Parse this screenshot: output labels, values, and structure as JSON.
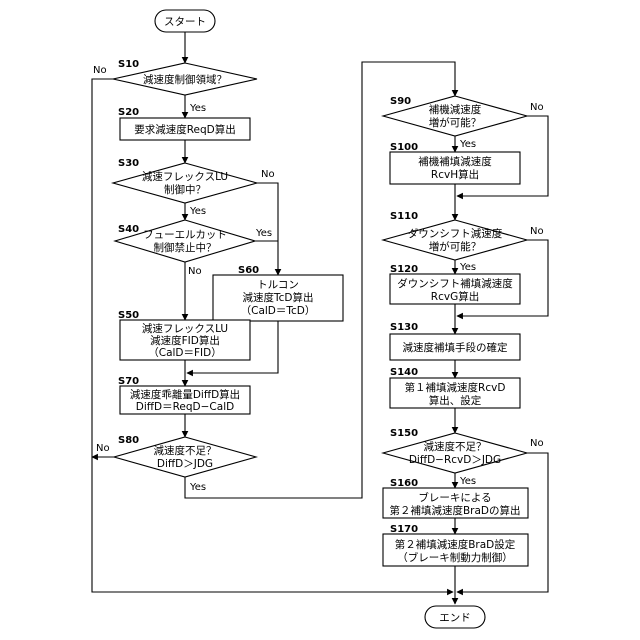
{
  "terminals": {
    "start": "スタート",
    "end": "エンド"
  },
  "steps": {
    "s10": {
      "id": "S10",
      "lines": [
        "減速度制御領域？"
      ]
    },
    "s20": {
      "id": "S20",
      "lines": [
        "要求減速度ReqD算出"
      ]
    },
    "s30": {
      "id": "S30",
      "lines": [
        "減速フレックスLU",
        "制御中？"
      ]
    },
    "s40": {
      "id": "S40",
      "lines": [
        "フューエルカット",
        "制御禁止中？"
      ]
    },
    "s50": {
      "id": "S50",
      "lines": [
        "減速フレックスLU",
        "減速度FID算出",
        "（CalD＝FID）"
      ]
    },
    "s60": {
      "id": "S60",
      "lines": [
        "トルコン",
        "減速度TcD算出",
        "（CalD＝TcD）"
      ]
    },
    "s70": {
      "id": "S70",
      "lines": [
        "減速度乖離量DiffD算出",
        "DiffD＝ReqD−CalD"
      ]
    },
    "s80": {
      "id": "S80",
      "lines": [
        "減速度不足？",
        "DiffD＞JDG"
      ]
    },
    "s90": {
      "id": "S90",
      "lines": [
        "補機減速度",
        "増が可能？"
      ]
    },
    "s100": {
      "id": "S100",
      "lines": [
        "補機補填減速度",
        "RcvH算出"
      ]
    },
    "s110": {
      "id": "S110",
      "lines": [
        "ダウンシフト減速度",
        "増が可能？"
      ]
    },
    "s120": {
      "id": "S120",
      "lines": [
        "ダウンシフト補填減速度",
        "RcvG算出"
      ]
    },
    "s130": {
      "id": "S130",
      "lines": [
        "減速度補填手段の確定"
      ]
    },
    "s140": {
      "id": "S140",
      "lines": [
        "第１補填減速度RcvD",
        "算出、設定"
      ]
    },
    "s150": {
      "id": "S150",
      "lines": [
        "減速度不足？",
        "DiffD−RcvD＞JDG"
      ]
    },
    "s160": {
      "id": "S160",
      "lines": [
        "ブレーキによる",
        "第２補填減速度BraDの算出"
      ]
    },
    "s170": {
      "id": "S170",
      "lines": [
        "第２補填減速度BraD設定",
        "（ブレーキ制動力制御）"
      ]
    }
  },
  "labels": {
    "yes": "Yes",
    "no": "No"
  }
}
